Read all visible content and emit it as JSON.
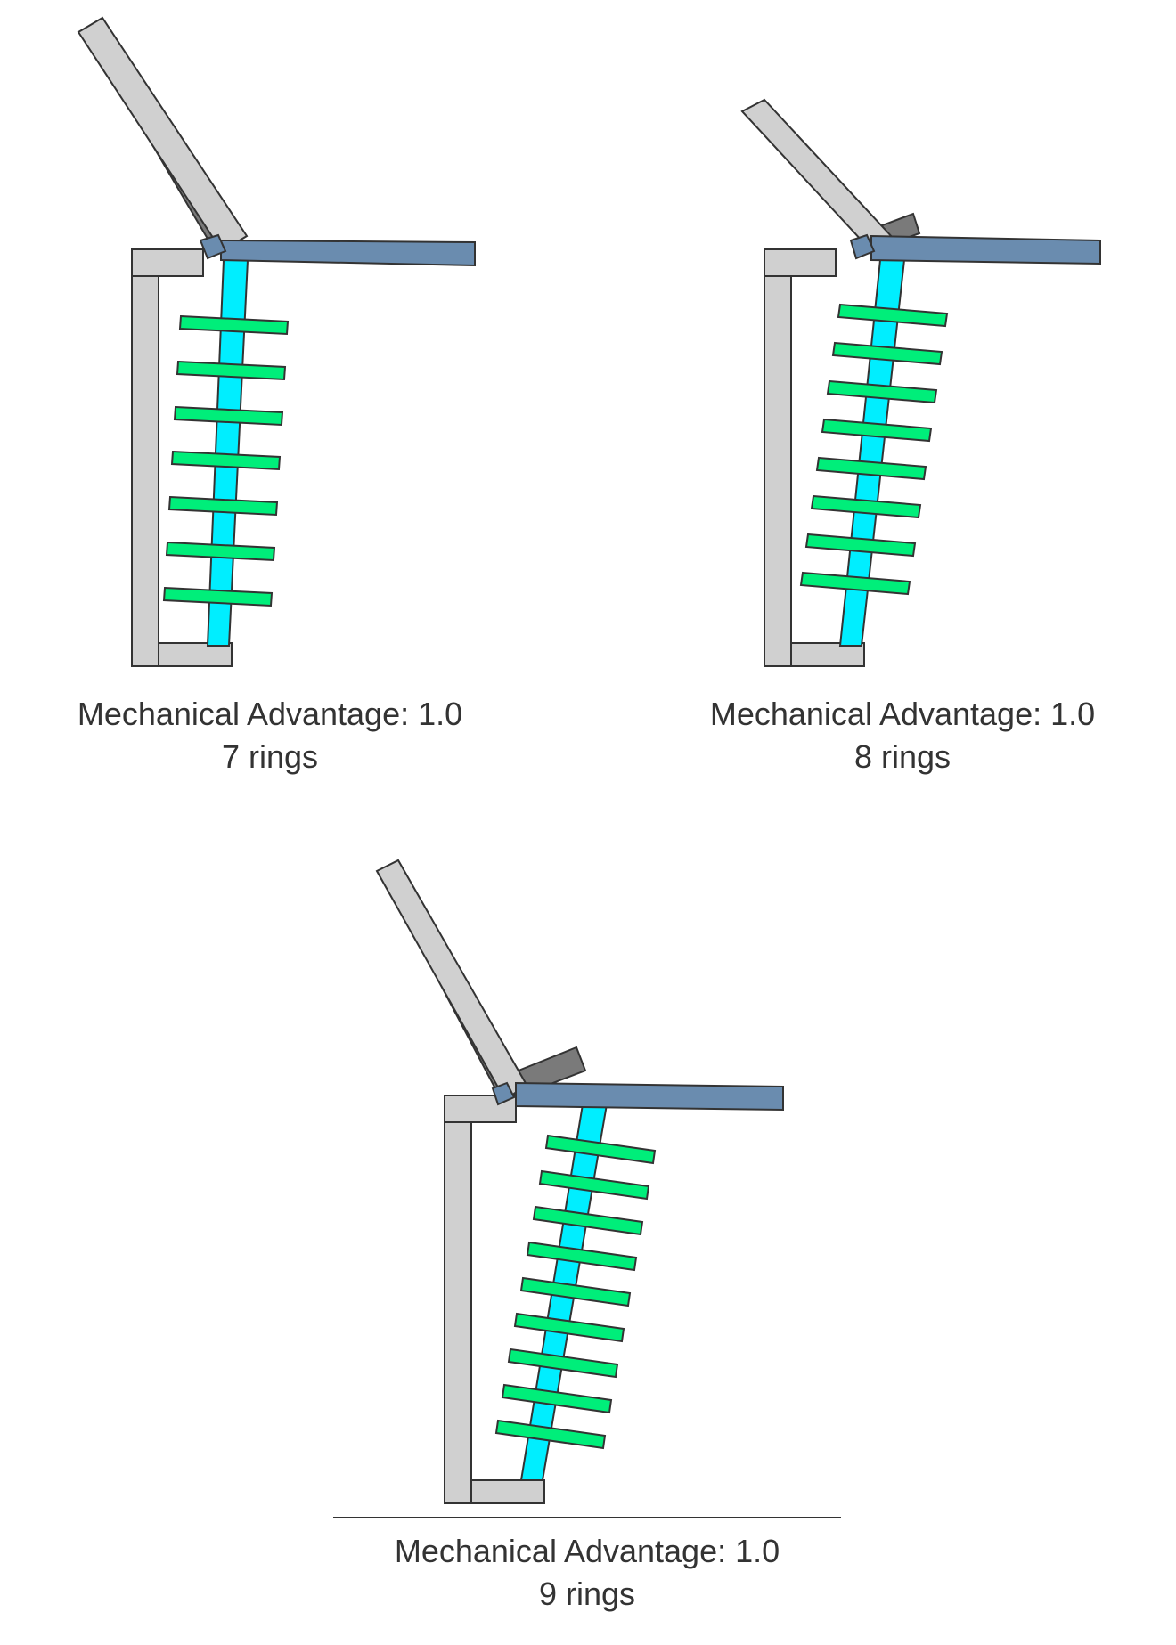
{
  "colors": {
    "frame": "#d0d0d0",
    "brace": "#7a7a7a",
    "plate": "#6a8caf",
    "piston": "#00eeff",
    "ring": "#00ee7a",
    "outline": "#333333"
  },
  "panels": [
    {
      "advantage_label": "Mechanical Advantage: 1.0",
      "rings_label": "7 rings",
      "ring_count": 7
    },
    {
      "advantage_label": "Mechanical Advantage: 1.0",
      "rings_label": "8 rings",
      "ring_count": 8
    },
    {
      "advantage_label": "Mechanical Advantage: 1.0",
      "rings_label": "9 rings",
      "ring_count": 9
    }
  ]
}
